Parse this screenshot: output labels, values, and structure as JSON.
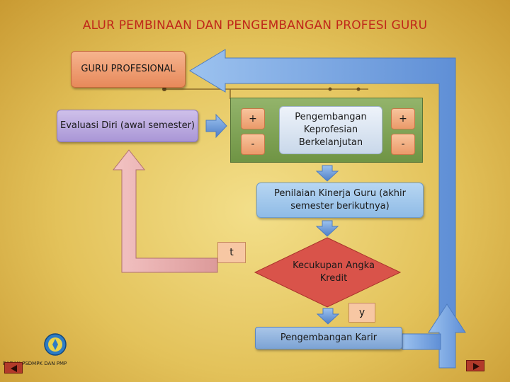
{
  "title": "ALUR PEMBINAAN DAN PENGEMBANGAN PROFESI GURU",
  "boxes": {
    "guru_profesional": "GURU PROFESIONAL",
    "evaluasi_diri": "Evaluasi Diri (awal semester)",
    "plus_left": "+",
    "minus_left": "-",
    "pkb": "Pengembangan Keprofesian Berkelanjutan",
    "plus_right": "+",
    "minus_right": "-",
    "penilaian": "Penilaian Kinerja Guru (akhir semester berikutnya)",
    "t_label": "t",
    "kecukupan": "Kecukupan Angka Kredit",
    "y_label": "y",
    "karir": "Pengembangan Karir"
  },
  "footer": {
    "logo_icon": "tut-wuri-handayani-logo-icon",
    "org": "BADAN PSDMPK DAN PMP"
  },
  "nav": {
    "prev_icon": "previous-slide-icon",
    "next_icon": "next-slide-icon"
  },
  "colors": {
    "title": "#c0281a",
    "return_arrow": "#e8a9a9",
    "main_arrow": "#7aa7e3",
    "diamond": "#d9534a"
  }
}
